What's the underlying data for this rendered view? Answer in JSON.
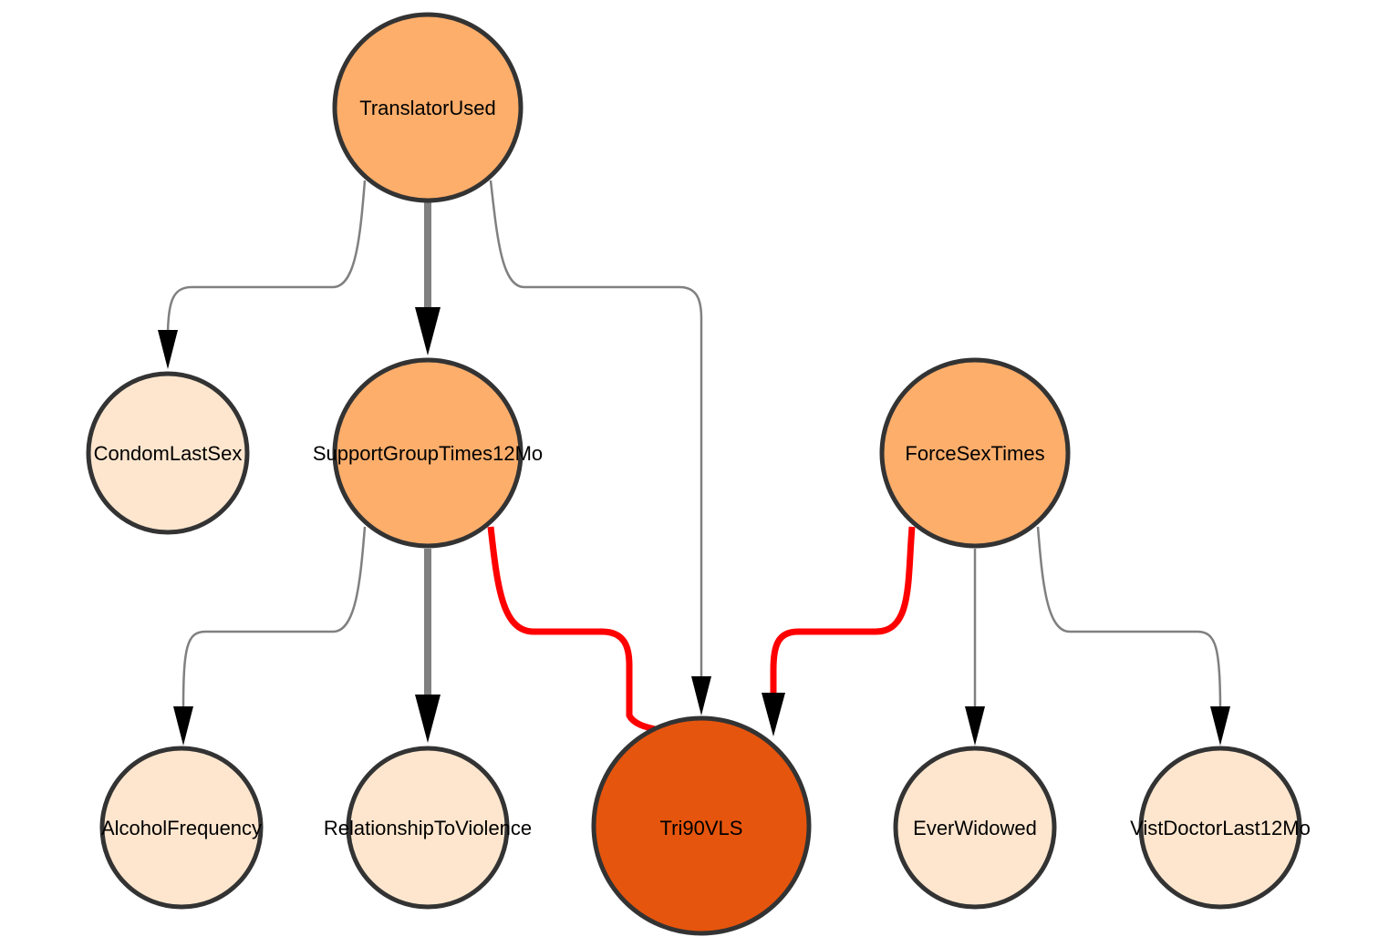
{
  "colors": {
    "root": "#fdae6b",
    "leaf": "#fee6ce",
    "target": "#e6550d",
    "edge_gray": "#808080",
    "edge_red": "#ff0000",
    "arrow": "#000000",
    "node_stroke": "#333333"
  },
  "nodes": {
    "translator_used": {
      "label": "TranslatorUsed",
      "color": "#fdae6b"
    },
    "condom_last_sex": {
      "label": "CondomLastSex",
      "color": "#fee6ce"
    },
    "support_group": {
      "label": "SupportGroupTimes12Mo",
      "color": "#fdae6b"
    },
    "force_sex_times": {
      "label": "ForceSexTimes",
      "color": "#fdae6b"
    },
    "alcohol_frequency": {
      "label": "AlcoholFrequency",
      "color": "#fee6ce"
    },
    "relationship_to_violence": {
      "label": "RelationshipToViolence",
      "color": "#fee6ce"
    },
    "tri90vls": {
      "label": "Tri90VLS",
      "color": "#e6550d"
    },
    "ever_widowed": {
      "label": "EverWidowed",
      "color": "#fee6ce"
    },
    "visit_doctor": {
      "label": "VistDoctorLast12Mo",
      "color": "#fee6ce"
    }
  },
  "edges": [
    {
      "from": "TranslatorUsed",
      "to": "CondomLastSex",
      "style": "gray"
    },
    {
      "from": "TranslatorUsed",
      "to": "SupportGroupTimes12Mo",
      "style": "gray-thick"
    },
    {
      "from": "TranslatorUsed",
      "to": "Tri90VLS",
      "style": "gray"
    },
    {
      "from": "SupportGroupTimes12Mo",
      "to": "AlcoholFrequency",
      "style": "gray"
    },
    {
      "from": "SupportGroupTimes12Mo",
      "to": "RelationshipToViolence",
      "style": "gray-thick"
    },
    {
      "from": "SupportGroupTimes12Mo",
      "to": "Tri90VLS",
      "style": "red-undirected"
    },
    {
      "from": "ForceSexTimes",
      "to": "Tri90VLS",
      "style": "red"
    },
    {
      "from": "ForceSexTimes",
      "to": "EverWidowed",
      "style": "gray"
    },
    {
      "from": "ForceSexTimes",
      "to": "VistDoctorLast12Mo",
      "style": "gray"
    }
  ]
}
